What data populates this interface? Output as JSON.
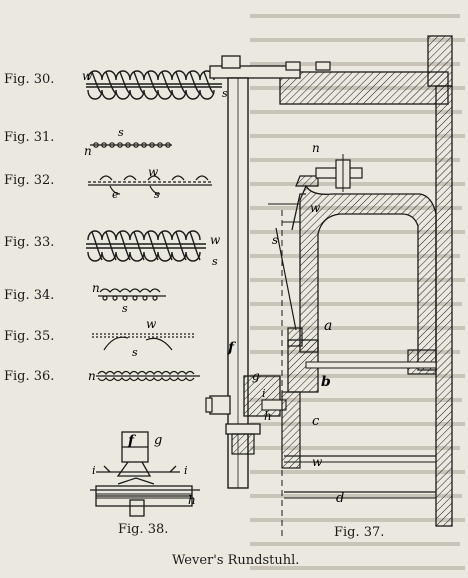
{
  "figures": {
    "fig30": "Fig. 30.",
    "fig31": "Fig. 31.",
    "fig32": "Fig. 32.",
    "fig33": "Fig. 33.",
    "fig34": "Fig. 34.",
    "fig35": "Fig. 35.",
    "fig36": "Fig. 36.",
    "fig37": "Fig. 37.",
    "fig38": "Fig. 38."
  },
  "caption": "Wever's Rundstuhl.",
  "letters": {
    "w": "w",
    "s": "s",
    "s1": "s",
    "n": "n",
    "e": "e",
    "a": "a",
    "b": "b",
    "c": "c",
    "d": "d",
    "f": "f",
    "g": "g",
    "h": "h",
    "i": "i"
  }
}
